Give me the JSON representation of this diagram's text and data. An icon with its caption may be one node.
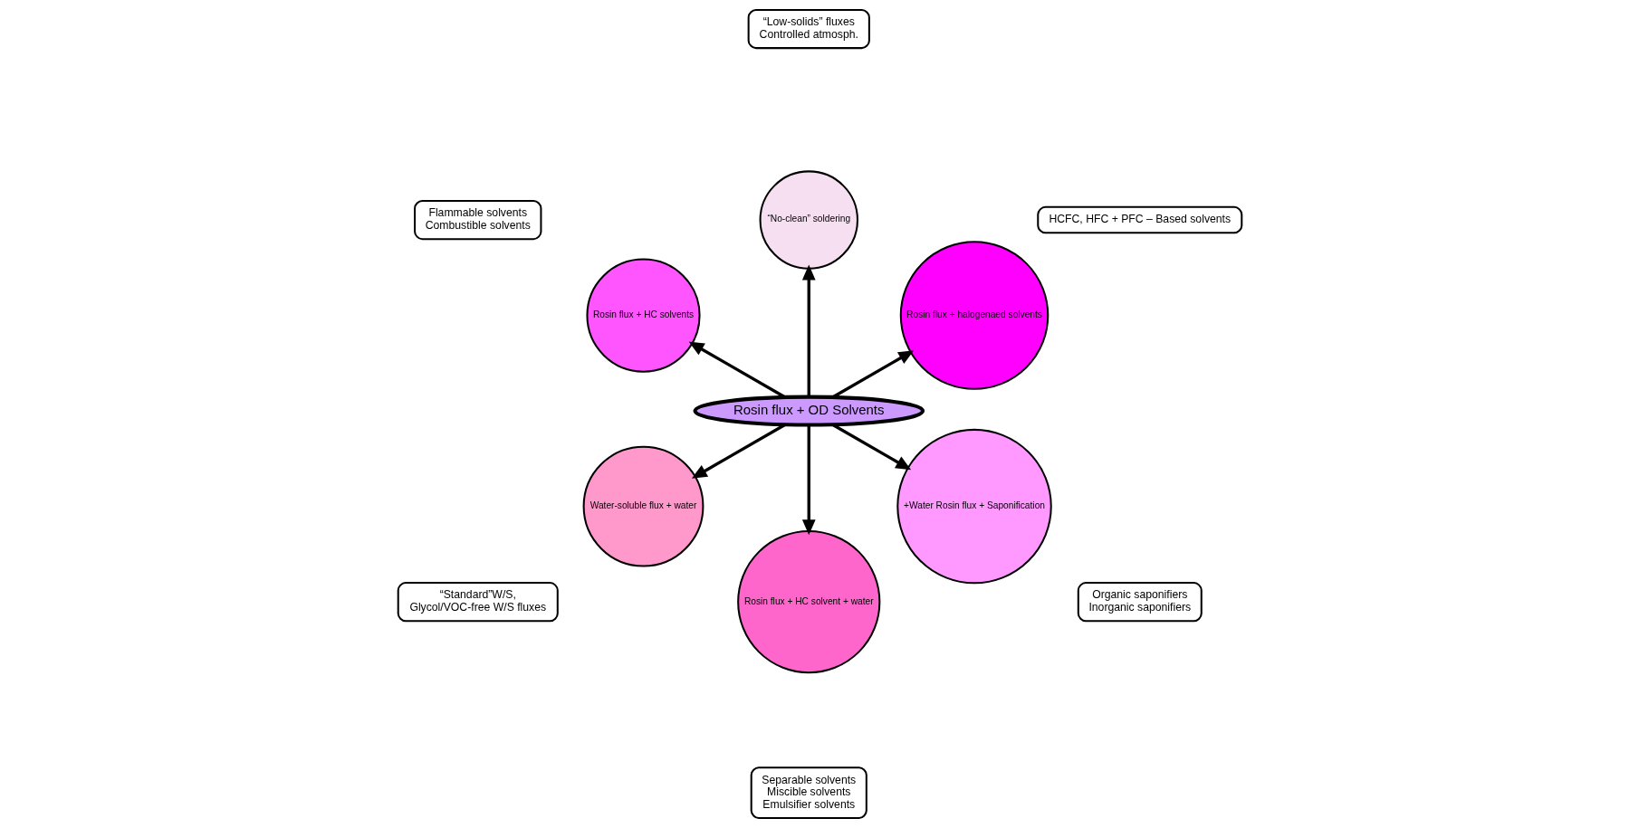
{
  "diagram": {
    "nodes": [
      {
        "text": [
          "Rosin flux + OD Solvents"
        ]
      },
      {
        "text": [
          "Rosin flux + halogenaed solvents"
        ]
      },
      {
        "text": [
          "“No-clean” soldering"
        ]
      },
      {
        "text": [
          "Rosin flux + HC solvents"
        ]
      },
      {
        "text": [
          "Water-soluble flux + water"
        ]
      },
      {
        "text": [
          "Rosin flux + HC solvent + water"
        ]
      },
      {
        "text": [
          "+Water Rosin flux + Saponification"
        ]
      },
      {
        "text": [
          "HCFC, HFC + PFC – Based solvents"
        ]
      },
      {
        "text": [
          "“Low-solids” fluxes",
          "Controlled atmosph."
        ]
      },
      {
        "text": [
          "Flammable solvents",
          "Combustible solvents"
        ]
      },
      {
        "text": [
          "“Standard”W/S,",
          "Glycol/VOC-free W/S fluxes"
        ]
      },
      {
        "text": [
          "Separable solvents",
          "Miscible solvents",
          "Emulsifier solvents"
        ]
      },
      {
        "text": [
          "Organic saponifiers",
          "Inorganic saponifiers"
        ]
      }
    ],
    "edges": [
      {
        "from": 0,
        "to": 1,
        "arrow": "to"
      },
      {
        "from": 0,
        "to": 2,
        "arrow": "to"
      },
      {
        "from": 0,
        "to": 3,
        "arrow": "to"
      },
      {
        "from": 0,
        "to": 4,
        "arrow": "to"
      },
      {
        "from": 0,
        "to": 5,
        "arrow": "to"
      },
      {
        "from": 0,
        "to": 6,
        "arrow": "to"
      }
    ]
  }
}
